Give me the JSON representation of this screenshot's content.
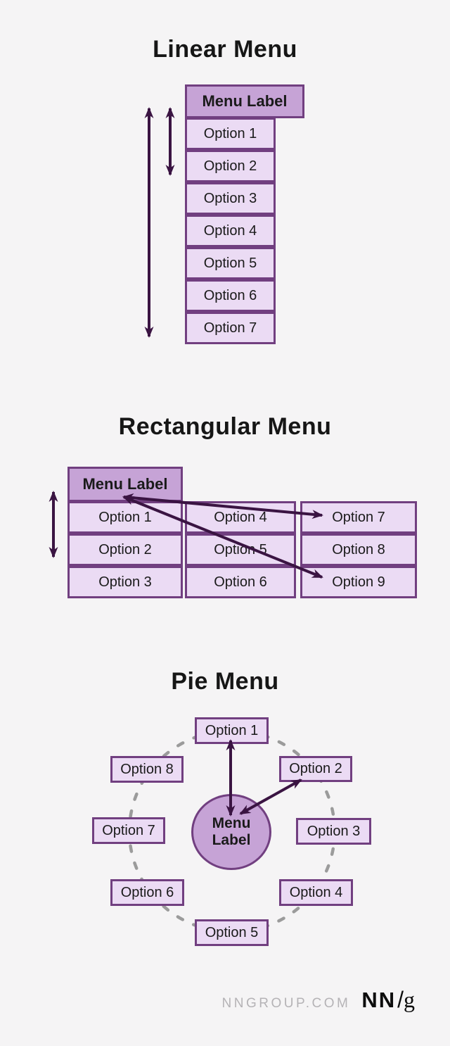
{
  "colors": {
    "background": "#f5f4f5",
    "menu_label_fill": "#c6a3d6",
    "option_fill": "#ebdbf4",
    "box_border": "#713f80",
    "arrow": "#3a1442",
    "dashed_circle": "#9b9b9b",
    "footer_gray": "#b5b3b6"
  },
  "linear": {
    "title": "Linear Menu",
    "menu_label": "Menu Label",
    "options": [
      "Option 1",
      "Option 2",
      "Option 3",
      "Option 4",
      "Option 5",
      "Option 6",
      "Option 7"
    ]
  },
  "rectangular": {
    "title": "Rectangular Menu",
    "menu_label": "Menu Label",
    "columns": [
      [
        "Option 1",
        "Option 2",
        "Option 3"
      ],
      [
        "Option 4",
        "Option 5",
        "Option 6"
      ],
      [
        "Option 7",
        "Option 8",
        "Option 9"
      ]
    ]
  },
  "pie": {
    "title": "Pie Menu",
    "menu_label": "Menu Label",
    "options": [
      "Option 1",
      "Option 2",
      "Option 3",
      "Option 4",
      "Option 5",
      "Option 6",
      "Option 7",
      "Option 8"
    ]
  },
  "footer": {
    "site": "NNGROUP.COM",
    "logo_nn": "NN",
    "logo_slash": "/",
    "logo_g": "g"
  }
}
